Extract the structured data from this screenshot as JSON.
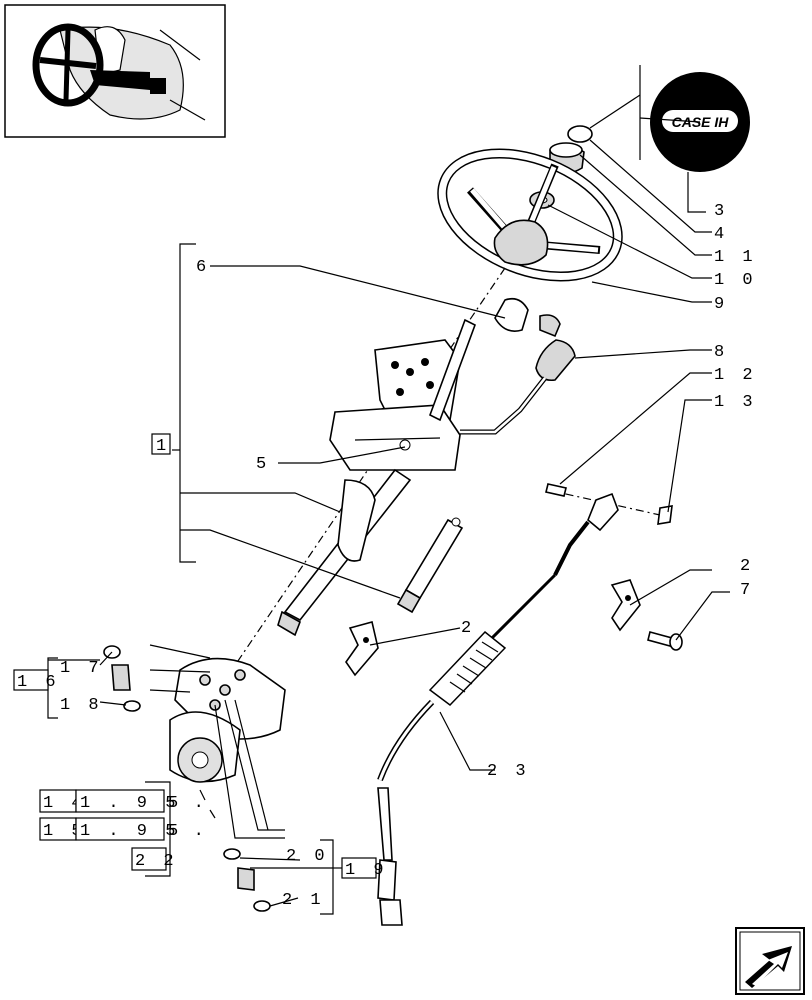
{
  "logo": {
    "brand_text": "CASE IH"
  },
  "callouts": {
    "c3": "3",
    "c4": "4",
    "c11": "1 1",
    "c10": "1 0",
    "c9": "9",
    "c6": "6",
    "c8": "8",
    "c12": "1 2",
    "c13": "1 3",
    "c5_upper": "5",
    "c2_right": "2",
    "c7": "7",
    "c2_mid": "2",
    "c23": "2 3",
    "c17": "1 7",
    "c18": "1 8",
    "c20": "2 0",
    "c21": "2 1"
  },
  "boxed": {
    "b1": "1",
    "b16": "1 6",
    "b19": "1 9",
    "b22": "2 2",
    "b14": "1 4",
    "b15": "1 5",
    "ref14": "1 . 9 5 .",
    "ref14_tail": "5",
    "ref15": "1 . 9 5 .",
    "ref15_tail": "5"
  },
  "icons": {
    "thumbnail": "steering-wheel-thumbnail-icon",
    "nav": "next-page-arrow-icon"
  }
}
